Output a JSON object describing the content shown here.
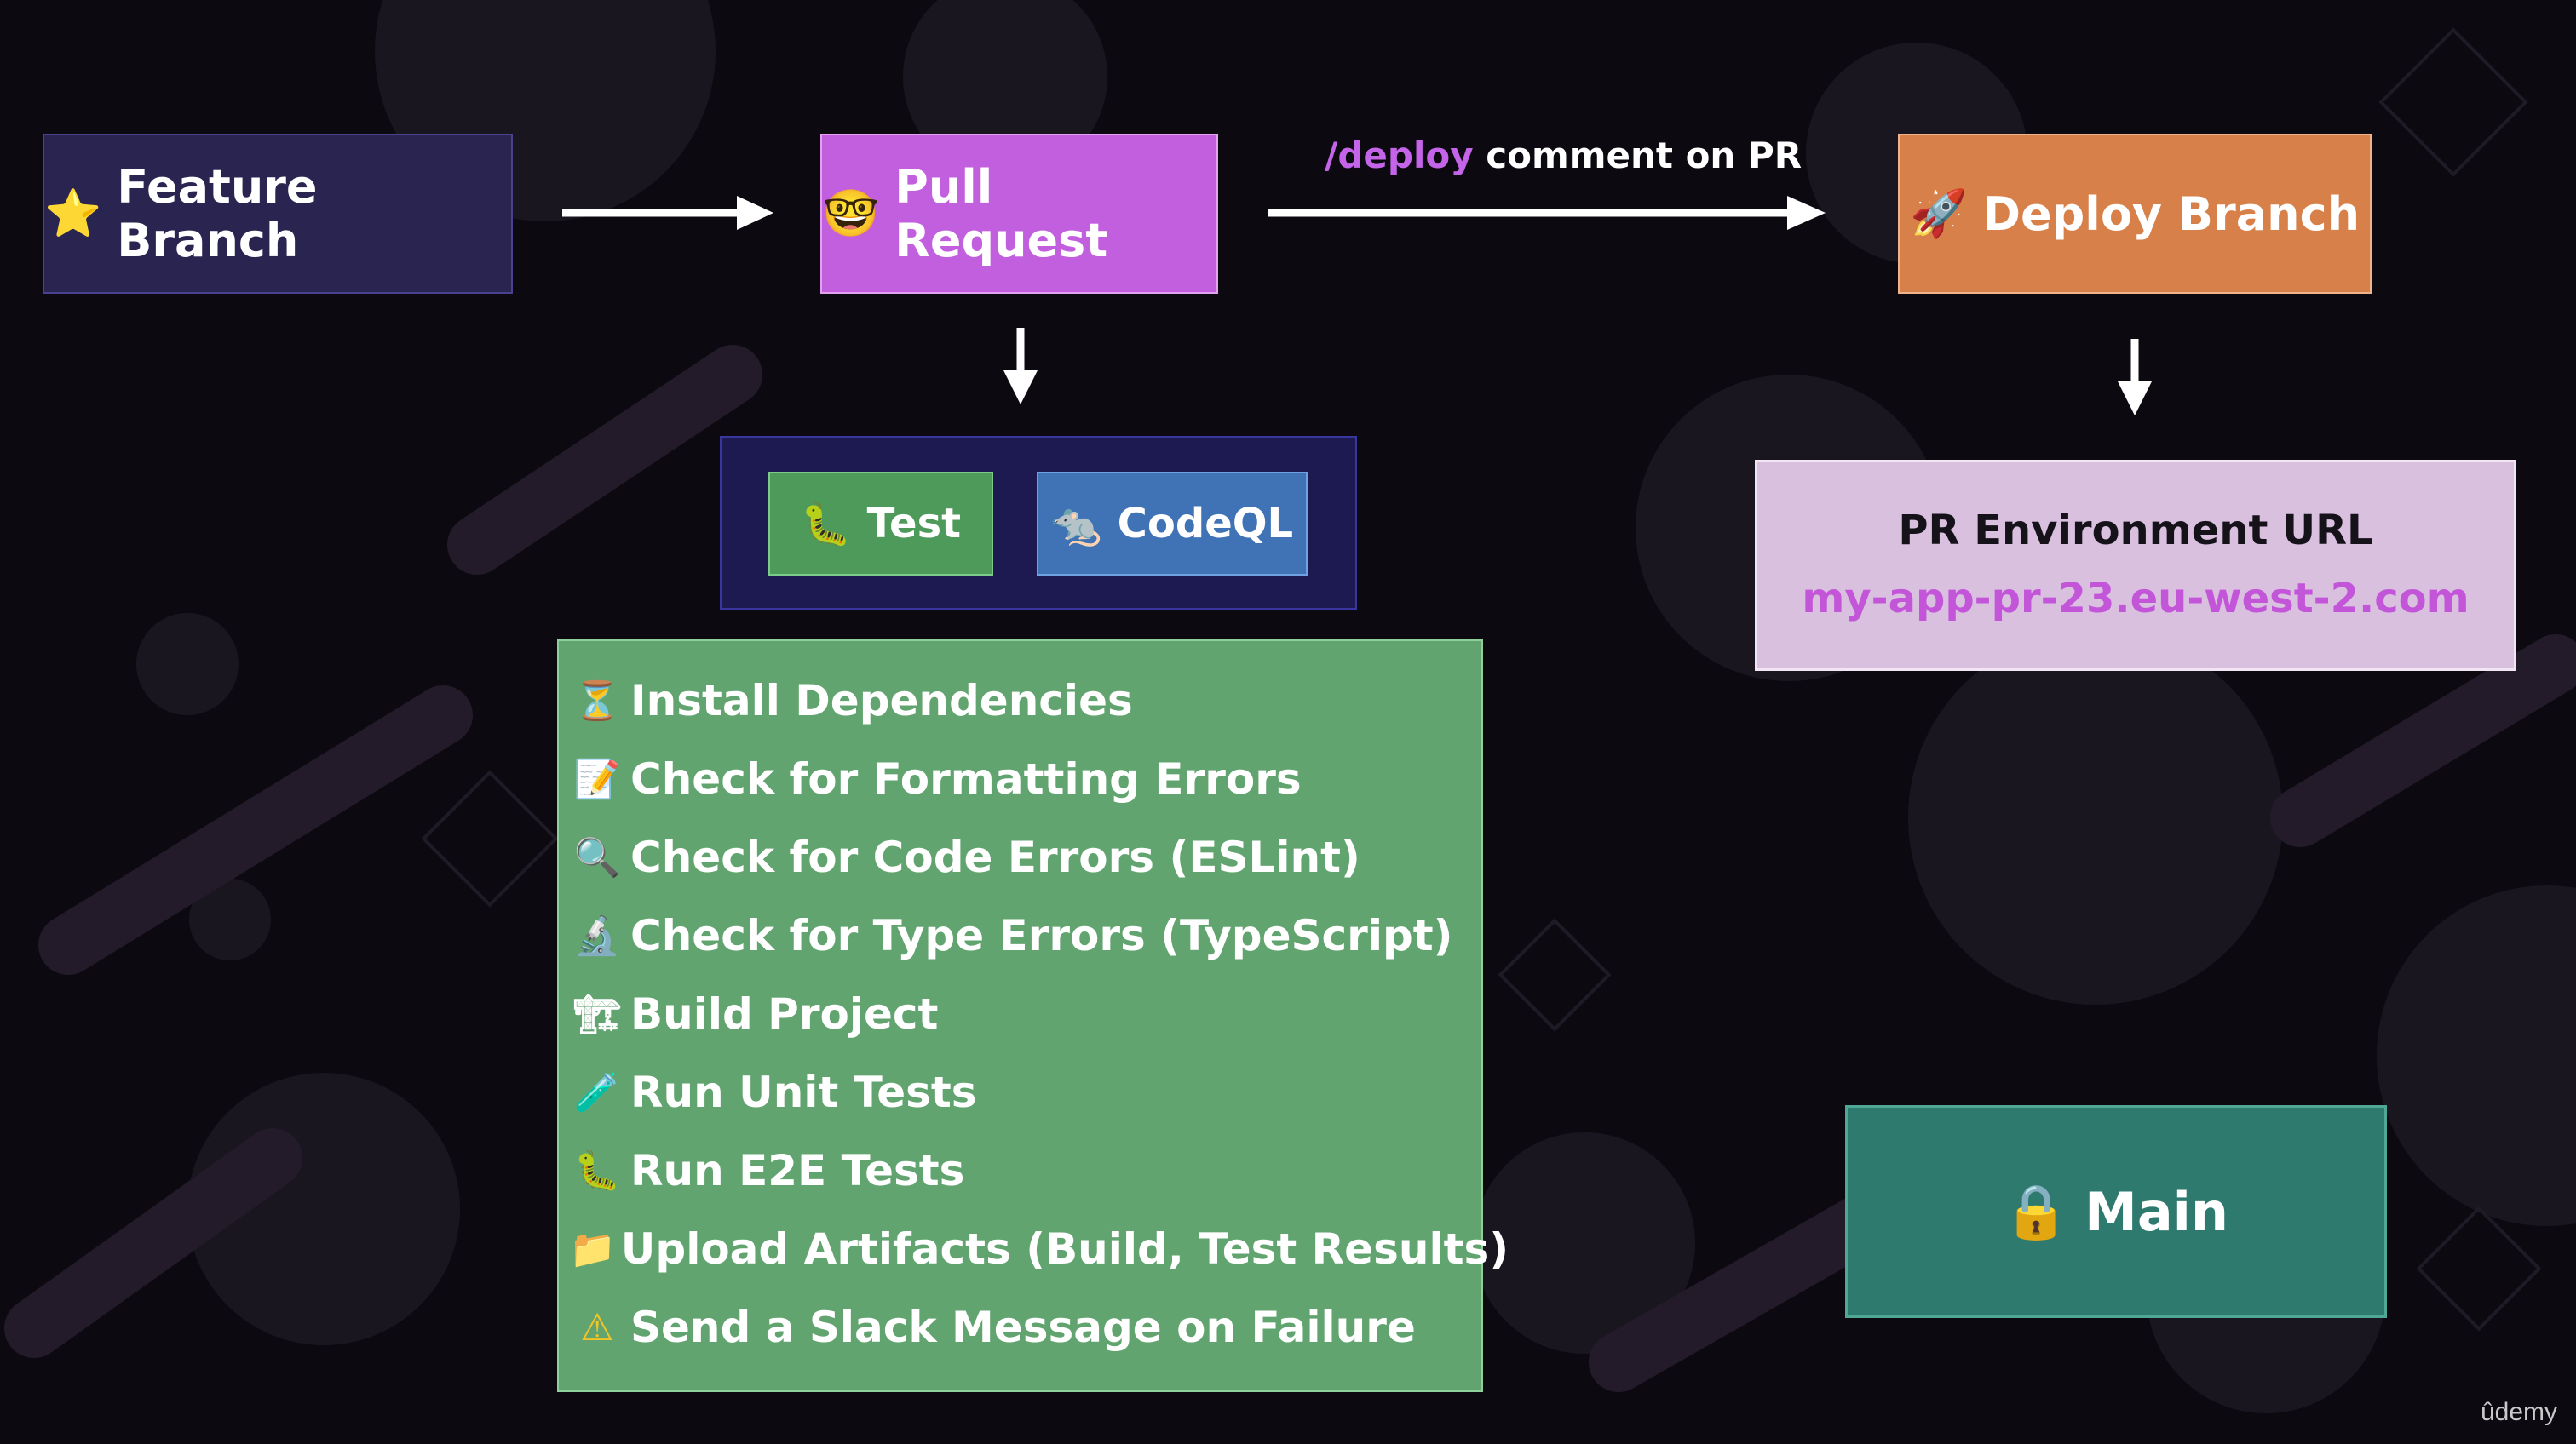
{
  "colors": {
    "feature": "#2a2550",
    "pull_request": "#c25fde",
    "deploy": "#d7804a",
    "checks_panel": "#1d1a52",
    "test": "#4e9a5b",
    "codeql": "#3f73b5",
    "steps_panel": "#62a46f",
    "env_panel": "#d9c0df",
    "env_url": "#c255d8",
    "main": "#2f7a6e",
    "deploy_keyword": "#c464e8"
  },
  "nodes": {
    "feature": {
      "icon": "star-icon",
      "glyph": "⭐",
      "label": "Feature Branch"
    },
    "pull_request": {
      "icon": "nerd-face-icon",
      "glyph": "🤓",
      "label": "Pull Request"
    },
    "deploy": {
      "icon": "rocket-icon",
      "glyph": "🚀",
      "label": "Deploy Branch"
    },
    "main": {
      "icon": "lock-icon",
      "glyph": "🔒",
      "label": "Main"
    }
  },
  "edge_label": {
    "keyword": "/deploy",
    "rest": "comment on PR"
  },
  "checks": {
    "test": {
      "icon": "bug-icon",
      "glyph": "🐛",
      "label": "Test"
    },
    "codeql": {
      "icon": "rat-icon",
      "glyph": "🐀",
      "label": "CodeQL"
    }
  },
  "steps": [
    {
      "icon": "hourglass-icon",
      "glyph": "⏳",
      "label": "Install Dependencies"
    },
    {
      "icon": "memo-icon",
      "glyph": "📝",
      "label": "Check for Formatting Errors"
    },
    {
      "icon": "magnifier-icon",
      "glyph": "🔍",
      "label": "Check for Code Errors (ESLint)"
    },
    {
      "icon": "microscope-icon",
      "glyph": "🔬",
      "label": "Check for Type Errors (TypeScript)"
    },
    {
      "icon": "crane-icon",
      "glyph": "🏗",
      "label": "Build Project"
    },
    {
      "icon": "test-tube-icon",
      "glyph": "🧪",
      "label": "Run Unit Tests"
    },
    {
      "icon": "bug-icon",
      "glyph": "🐛",
      "label": "Run E2E Tests"
    },
    {
      "icon": "folder-icon",
      "glyph": "📁",
      "label": "Upload Artifacts (Build, Test Results)"
    },
    {
      "icon": "warning-icon",
      "glyph": "⚠",
      "label": "Send a Slack Message on Failure"
    }
  ],
  "environment": {
    "title": "PR Environment URL",
    "url": "my-app-pr-23.eu-west-2.com"
  },
  "watermark": "ûdemy"
}
